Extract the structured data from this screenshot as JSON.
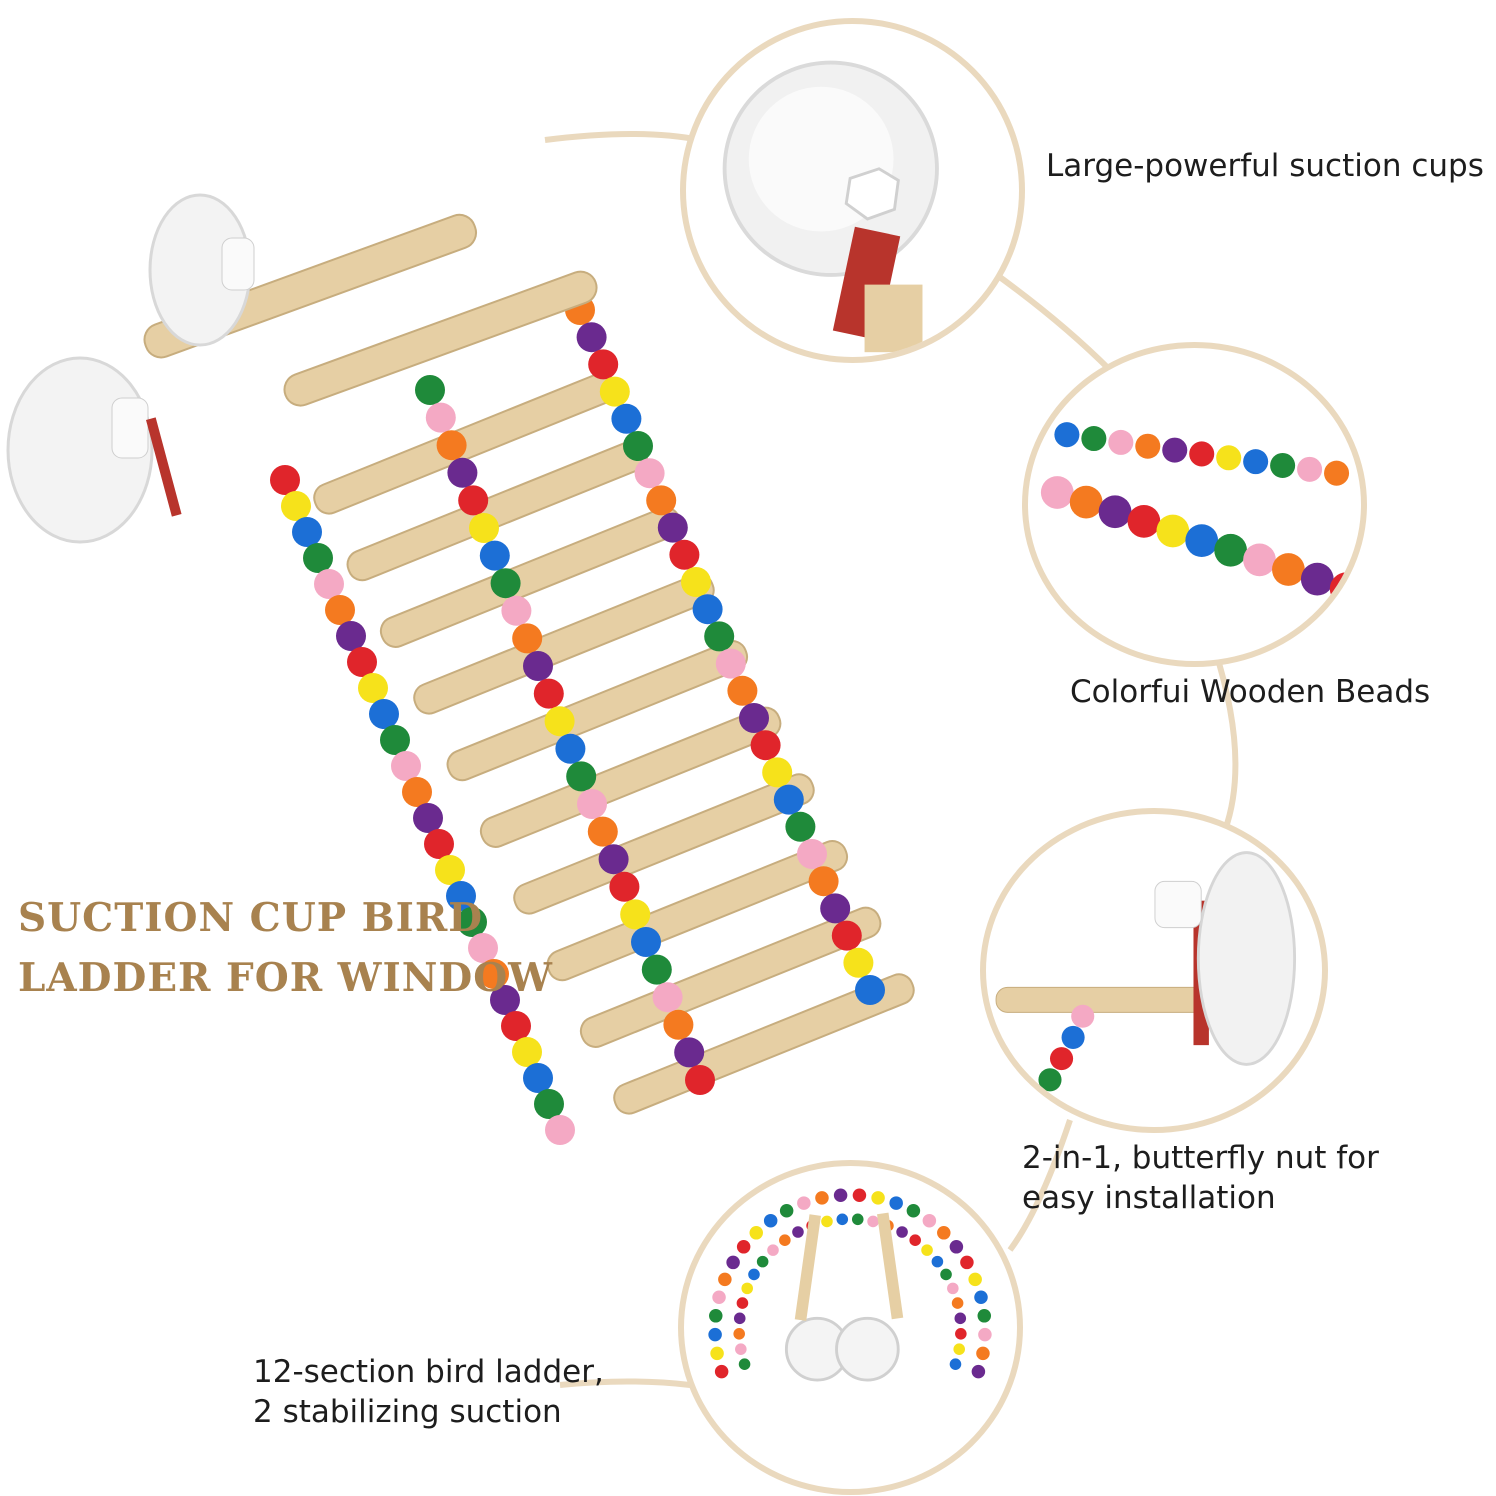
{
  "headline": {
    "line1": "SUCTION CUP BIRD",
    "line2": "LADDER FOR WINDOW"
  },
  "features": [
    {
      "id": "suction-cups",
      "text_line1": "Large-powerful suction cups",
      "text_line2": ""
    },
    {
      "id": "wooden-beads",
      "text_line1": "Colorfui Wooden Beads",
      "text_line2": ""
    },
    {
      "id": "butterfly-nut",
      "text_line1": "2-in-1, butterfly nut for",
      "text_line2": "easy installation"
    },
    {
      "id": "ladder-sections",
      "text_line1": "12-section bird ladder,",
      "text_line2": "2 stabilizing suction"
    }
  ],
  "colors": {
    "accent_headline": "#a8824f",
    "bubble_border": "#ead9be",
    "wood": "#e6cfa4",
    "bead_red": "#e0252b",
    "bead_yellow": "#f6e21b",
    "bead_blue": "#1c6fd6",
    "bead_green": "#1f8a3a",
    "bead_pink": "#f4a9c4",
    "bead_orange": "#f47a20",
    "bead_purple": "#6a2a8f"
  }
}
